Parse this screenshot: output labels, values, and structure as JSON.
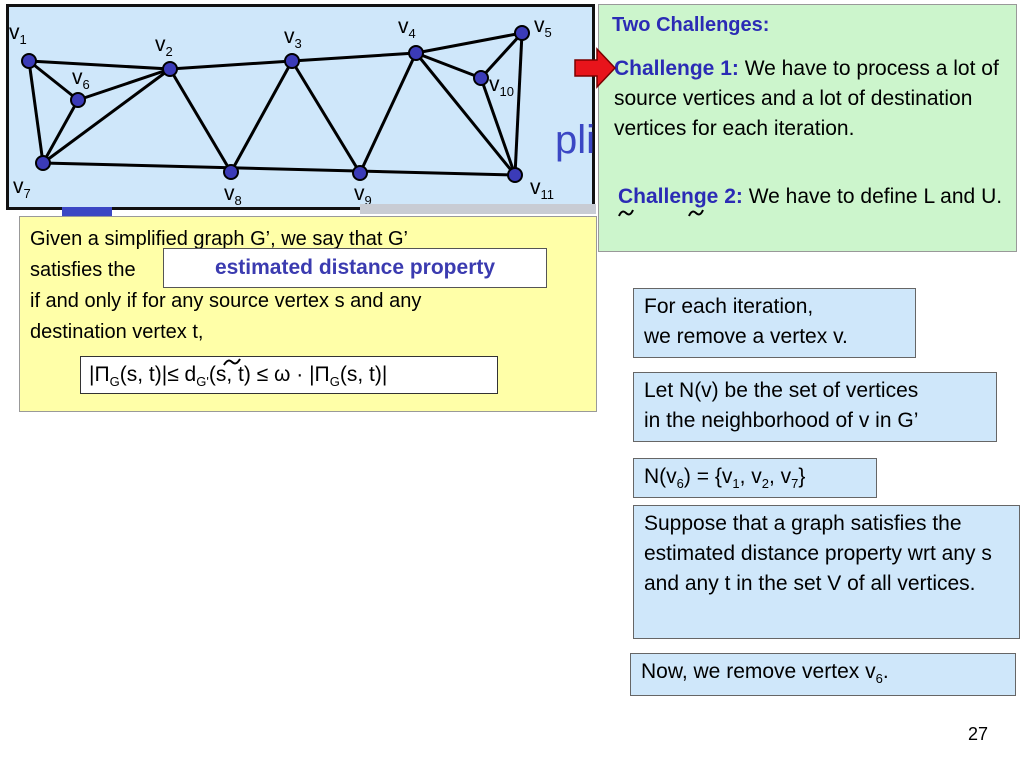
{
  "vertex_labels": {
    "v1": {
      "base": "v",
      "sub": "1"
    },
    "v2": {
      "base": "v",
      "sub": "2"
    },
    "v3": {
      "base": "v",
      "sub": "3"
    },
    "v4": {
      "base": "v",
      "sub": "4"
    },
    "v5": {
      "base": "v",
      "sub": "5"
    },
    "v6": {
      "base": "v",
      "sub": "6"
    },
    "v7": {
      "base": "v",
      "sub": "7"
    },
    "v8": {
      "base": "v",
      "sub": "8"
    },
    "v9": {
      "base": "v",
      "sub": "9"
    },
    "v10": {
      "base": "v",
      "sub": "10"
    },
    "v11": {
      "base": "v",
      "sub": "11"
    }
  },
  "graph_edges": [
    [
      "v1",
      "v2"
    ],
    [
      "v1",
      "v6"
    ],
    [
      "v1",
      "v7"
    ],
    [
      "v6",
      "v2"
    ],
    [
      "v6",
      "v7"
    ],
    [
      "v7",
      "v2"
    ],
    [
      "v7",
      "v11"
    ],
    [
      "v2",
      "v3"
    ],
    [
      "v2",
      "v8"
    ],
    [
      "v3",
      "v8"
    ],
    [
      "v3",
      "v9"
    ],
    [
      "v3",
      "v4"
    ],
    [
      "v4",
      "v9"
    ],
    [
      "v4",
      "v5"
    ],
    [
      "v4",
      "v10"
    ],
    [
      "v4",
      "v11"
    ],
    [
      "v10",
      "v5"
    ],
    [
      "v10",
      "v11"
    ],
    [
      "v5",
      "v11"
    ]
  ],
  "colors": {
    "graph_bg": "#cfe7fa",
    "vertex_fill": "#3b3bb8",
    "yellow_bg": "#ffffa8",
    "green_bg": "#ccf5cc",
    "highlight_text": "#2b2bb5",
    "arrow": "#e8141b"
  },
  "title_fragment": "pli",
  "definition": {
    "line1": "Given a simplified graph G’, we say that G’",
    "line2_prefix": "satisfies the",
    "term": "estimated distance property",
    "line3": "if and only if for any source vertex s and any",
    "line4": "destination vertex t,"
  },
  "formula": {
    "part1": "|Π",
    "sub1": "G",
    "part2": "(s, t)|≤ d",
    "sub2": "G'",
    "part3": "(s, t) ≤ ω · |Π",
    "sub3": "G",
    "part4": "(s, t)|"
  },
  "challenges": {
    "title": "Two Challenges:",
    "c1_label": "Challenge 1:",
    "c1_text": " We have to process a lot of source vertices and a lot of destination vertices for each iteration.",
    "c2_label": "Challenge 2:",
    "c2_text_before": " We have to define ",
    "c2_L": "L",
    "c2_and": " and ",
    "c2_U": "U",
    "c2_end": "."
  },
  "notes": {
    "iteration_line1": "For each iteration,",
    "iteration_line2": "we remove a vertex v.",
    "neighborhood_line1": "Let N(v) be the set of vertices",
    "neighborhood_line2": "in the neighborhood of v in G’",
    "nv6_a": "N(v",
    "nv6_b": "6",
    "nv6_c": ") = {v",
    "nv6_d": "1",
    "nv6_e": ", v",
    "nv6_f": "2",
    "nv6_g": ", v",
    "nv6_h": "7",
    "nv6_i": "}",
    "suppose": "Suppose that a graph satisfies the estimated distance property wrt any s and any t in the set V of all vertices.",
    "remove_a": "Now, we remove vertex v",
    "remove_b": "6",
    "remove_c": "."
  },
  "page_number": "27"
}
